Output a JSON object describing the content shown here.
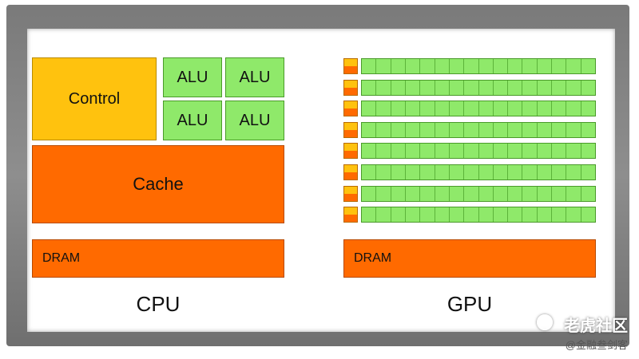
{
  "cpu": {
    "control_label": "Control",
    "alu_labels": [
      "ALU",
      "ALU",
      "ALU",
      "ALU"
    ],
    "cache_label": "Cache",
    "dram_label": "DRAM",
    "title": "CPU"
  },
  "gpu": {
    "rows": 8,
    "cells_per_row": 16,
    "dram_label": "DRAM",
    "title": "GPU"
  },
  "watermark": {
    "brand": "老虎社区",
    "handle": "@金融叁剑客"
  },
  "colors": {
    "control": "#ffc20e",
    "alu": "#8fe96a",
    "cache": "#ff6a00",
    "dram": "#ff6a00"
  }
}
